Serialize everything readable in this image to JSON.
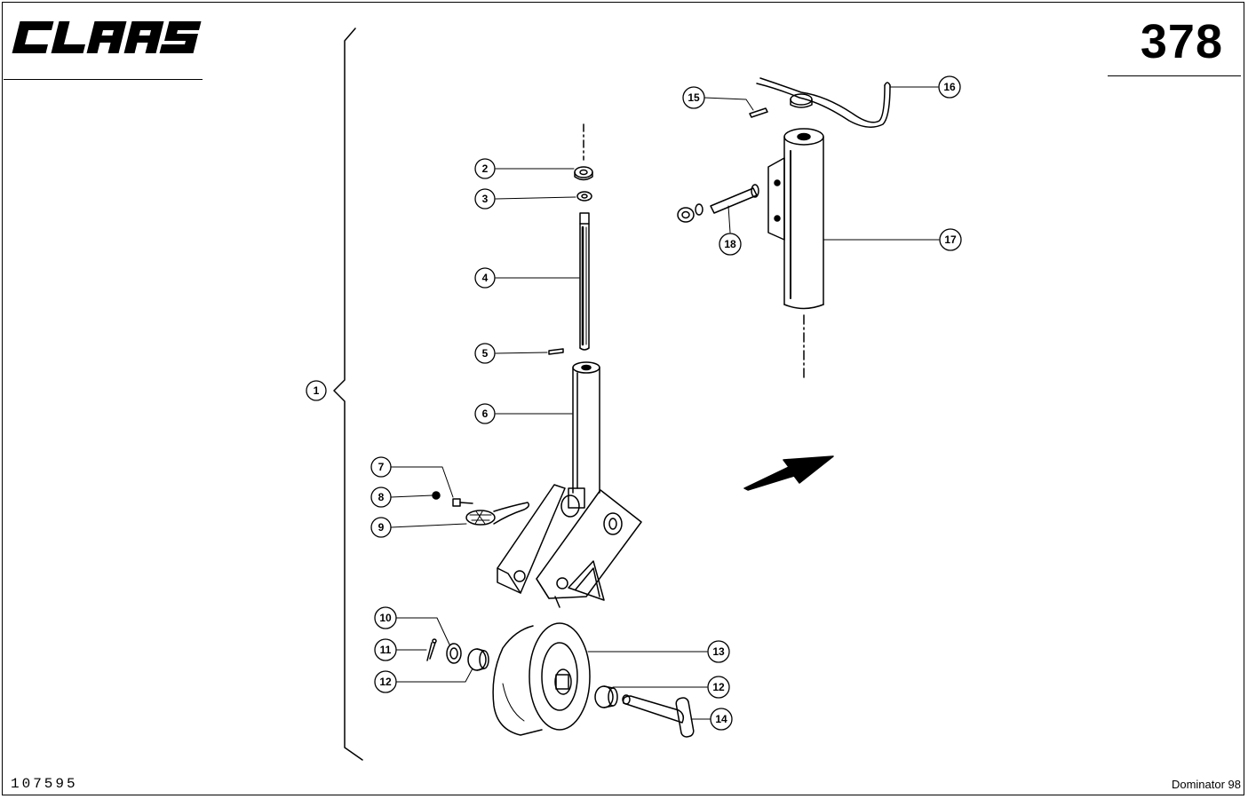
{
  "header": {
    "brand": "CLAAS",
    "page_number": "378"
  },
  "footer": {
    "document_number": "107595",
    "model": "Dominator 98"
  },
  "callouts": [
    "1",
    "2",
    "3",
    "4",
    "5",
    "6",
    "7",
    "8",
    "9",
    "10",
    "11",
    "12",
    "13",
    "12",
    "14",
    "15",
    "16",
    "17",
    "18"
  ]
}
